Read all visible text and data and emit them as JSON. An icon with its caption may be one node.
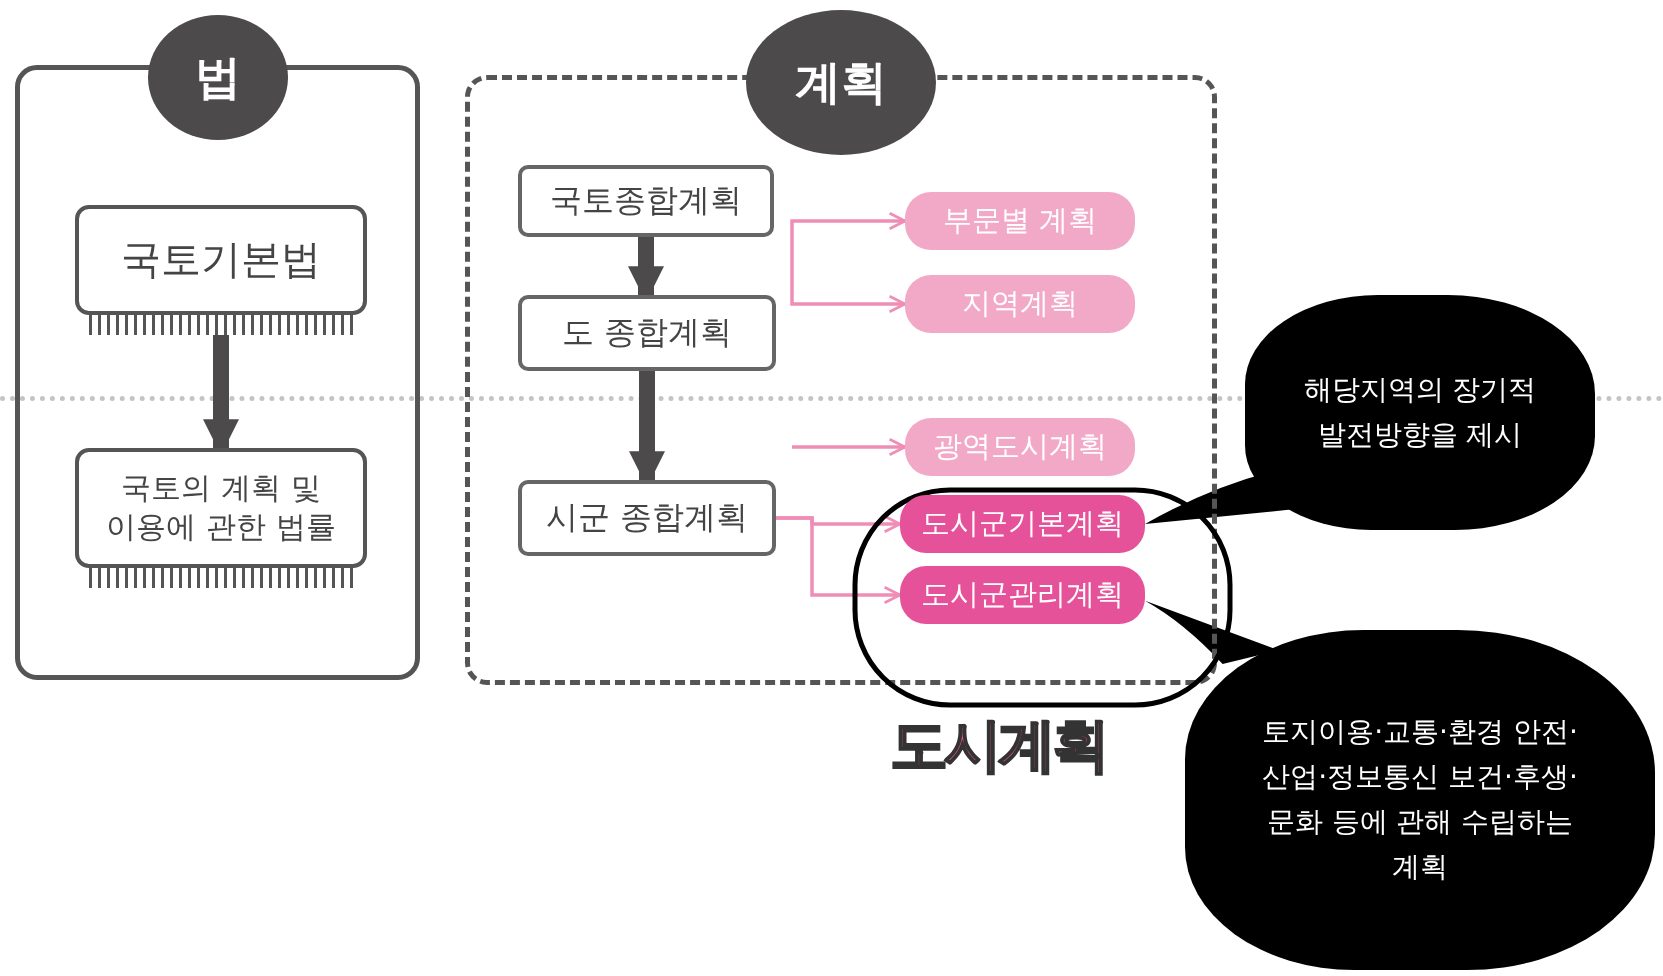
{
  "diagram": {
    "nodes": [
      {
        "text": [
          "법"
        ]
      },
      {
        "text": [
          "국토기본법"
        ],
        "in": 0
      },
      {
        "text": [
          "국토의 계획 및 이용에 관한 법률"
        ],
        "in": 0
      },
      {
        "text": [
          "계획"
        ]
      },
      {
        "text": [
          "국토종합계획"
        ],
        "in": 3
      },
      {
        "text": [
          "도 종합계획"
        ],
        "in": 3
      },
      {
        "text": [
          "시군 종합계획"
        ],
        "in": 3
      },
      {
        "text": [
          "부문별 계획"
        ],
        "in": 3
      },
      {
        "text": [
          "지역계획"
        ],
        "in": 3
      },
      {
        "text": [
          "광역도시계획"
        ],
        "in": 3
      },
      {
        "text": [
          "도시계획"
        ]
      },
      {
        "text": [
          "도시군기본계획"
        ],
        "in": 10
      },
      {
        "text": [
          "도시군관리계획"
        ],
        "in": 10
      },
      {
        "text": [
          "해당지역의 장기적 발전방향을 제시"
        ]
      },
      {
        "text": [
          "토지이용·교통·환경 안전·산업·정보통신 보건·후생·문화 등에 관해 수립하는 계획"
        ]
      }
    ],
    "edges": [
      {
        "from": 1,
        "to": 2,
        "arrow": "to",
        "style": "thick",
        "color": "#4d4a4b"
      },
      {
        "from": 4,
        "to": 5,
        "arrow": "to",
        "style": "thick",
        "color": "#4d4a4b"
      },
      {
        "from": 5,
        "to": 6,
        "arrow": "to",
        "style": "thick",
        "color": "#4d4a4b"
      },
      {
        "from": null,
        "to": 7,
        "arrow": "to"
      },
      {
        "from": null,
        "to": 8,
        "arrow": "to"
      },
      {
        "from": null,
        "to": 9,
        "arrow": "to"
      },
      {
        "from": 6,
        "to": 11,
        "arrow": "to"
      },
      {
        "from": 6,
        "to": 12,
        "arrow": "to"
      },
      {
        "from": 13,
        "to": 11,
        "arrow": "none",
        "color": "#000000"
      },
      {
        "from": 14,
        "to": 12,
        "arrow": "none",
        "color": "#000000"
      }
    ]
  }
}
